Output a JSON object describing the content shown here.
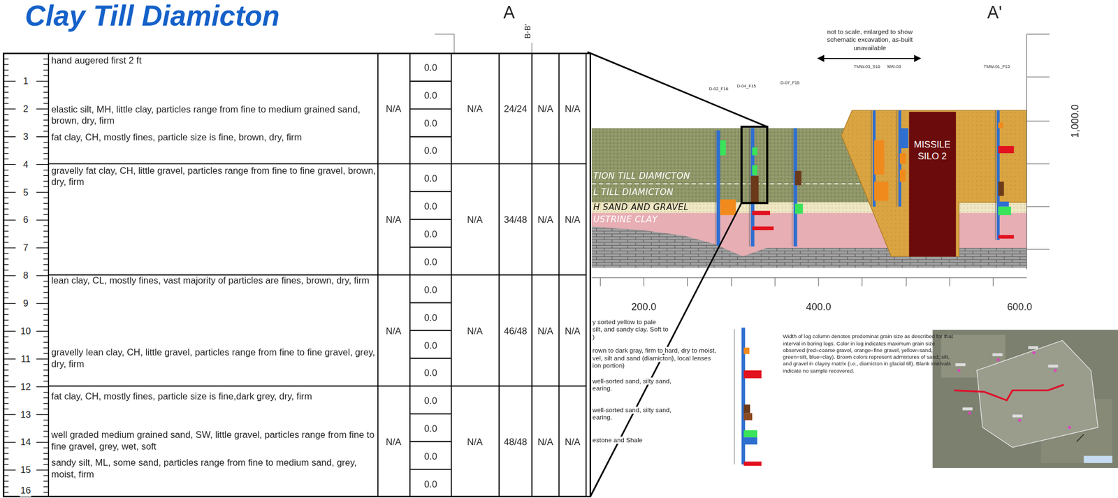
{
  "diagram": {
    "title": "Clay Till Diamicton",
    "nodes": [
      {
        "text": [
          "MISSILE SILO 2"
        ]
      }
    ],
    "labels": [
      "hand augered first 2 ft",
      "elastic silt, MH, little clay, particles range from fine to medium grained sand, brown, dry, firm",
      "fat clay, CH, mostly fines, particle size is fine, brown, dry, firm",
      "gravelly fat clay, CH, little gravel, particles range from fine to fine gravel, brown, dry, firm",
      "lean clay, CL, mostly fines, vast majority of particles are fines, brown, dry, firm",
      "gravelly lean clay, CH, little gravel, particles range from fine to fine gravel, grey, dry, firm",
      "fat clay, CH, mostly fines, particle size is fine,dark grey, dry, firm",
      "well graded medium grained sand, SW, little gravel, particles range from fine to fine gravel, grey, wet, soft",
      "sandy silt, ML, some sand, particles range from fine to medium sand, grey, moist, firm",
      "1",
      "2",
      "3",
      "4",
      "5",
      "6",
      "7",
      "8",
      "9",
      "10",
      "11",
      "12",
      "13",
      "14",
      "15",
      "16",
      "N/A",
      "0.0",
      "0.0",
      "0.0",
      "0.0",
      "N/A",
      "24/24",
      "N/A",
      "N/A",
      "N/A",
      "0.0",
      "0.0",
      "0.0",
      "0.0",
      "N/A",
      "34/48",
      "N/A",
      "N/A",
      "N/A",
      "0.0",
      "0.0",
      "0.0",
      "0.0",
      "N/A",
      "46/48",
      "N/A",
      "N/A",
      "N/A",
      "0.0",
      "0.0",
      "0.0",
      "0.0",
      "N/A",
      "48/48",
      "N/A",
      "N/A",
      "A",
      "A'",
      "B-B'",
      "not to scale, enlarged to show schematic excavation, as-built unavailable",
      "D-02_F16",
      "D-04_F15",
      "D-07_F15",
      "TMW-03_S16",
      "MW-03",
      "TMW-01_F15",
      "TION TILL DIAMICTON",
      "L TILL DIAMICTON",
      "H SAND AND GRAVEL",
      "USTRINE CLAY",
      "1,000.0",
      "200.0",
      "400.0",
      "600.0",
      "y sorted yellow to pale",
      "silt, and sandy clay. Soft to",
      ")",
      "rown to dark gray, firm to hard, dry to moist,",
      "vel, silt and sand (diamicton), local lenses",
      "ion portion)",
      "well-sorted sand, silty sand,",
      "earing.",
      "well-sorted sand, silty sand,",
      "earing.",
      "estone and Shale",
      "Width of log column denotes predominat grain size as described for that interval in boring logs. Color in log indicates maximum grain size observed (red=coarse gravel, orange=fine gravel, yellow=sand, green=silt, blue=clay). Brown colors represent admixtures of sand, silt, and gravel in clayey matrix (i.e., diamicton in glacial till). Blank intervals indicate no sample recovered."
    ]
  }
}
